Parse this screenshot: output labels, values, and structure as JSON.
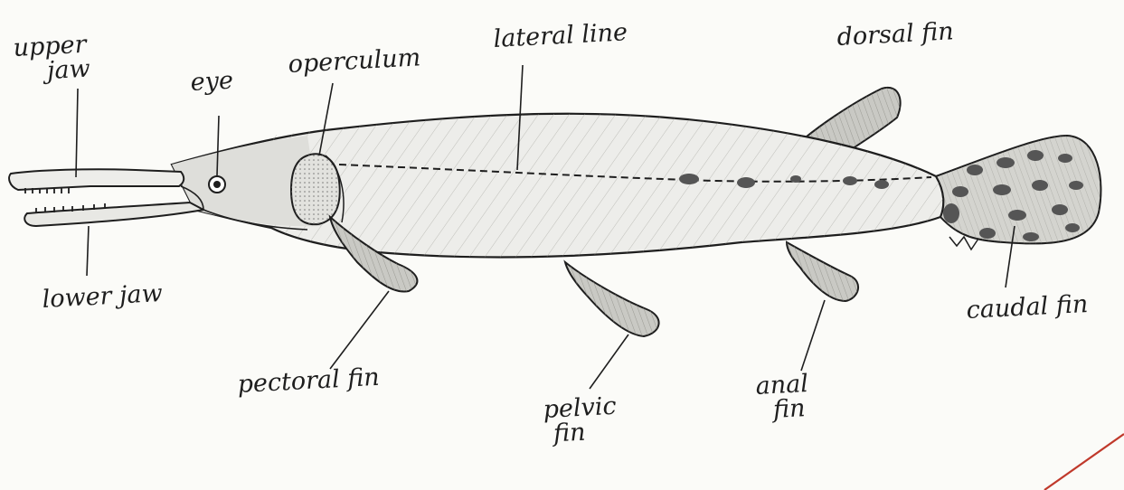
{
  "diagram": {
    "labels": {
      "upper_jaw": [
        "upper",
        "jaw"
      ],
      "eye": "eye",
      "operculum": "operculum",
      "lateral_line": "lateral line",
      "dorsal_fin": "dorsal fin",
      "lower_jaw": "lower jaw",
      "pectoral_fin": "pectoral fin",
      "pelvic_fin": [
        "pelvic",
        "fin"
      ],
      "anal_fin": [
        "anal",
        "fin"
      ],
      "caudal_fin": "caudal fin"
    },
    "colors": {
      "ink": "#1e1e1e",
      "paper": "#fbfbf8",
      "fin_shade": "#b9b9b4",
      "spot": "#666666",
      "accent_line": "#c0392b"
    }
  }
}
